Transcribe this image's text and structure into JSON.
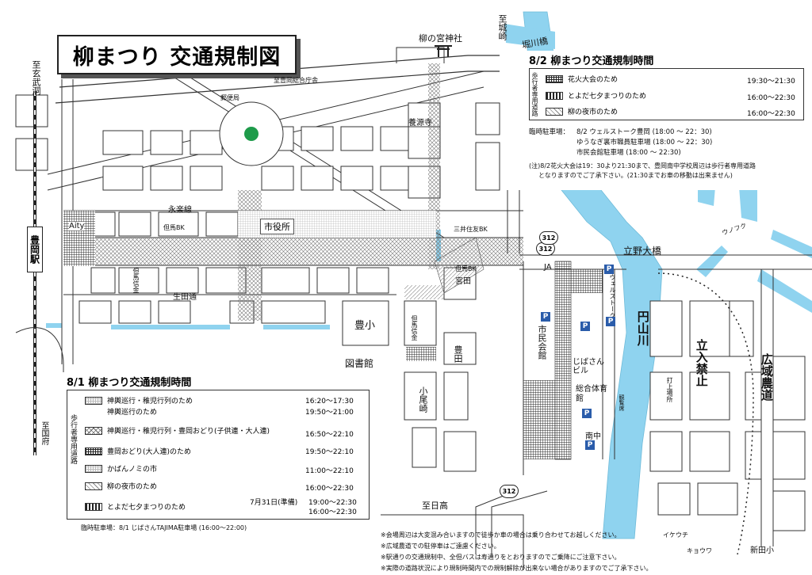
{
  "map": {
    "title": "柳まつり 交通規制図",
    "direction_labels": {
      "genbudo": "至玄武洞",
      "kinosaki": "至城崎",
      "hidaka": "至日高",
      "toyooka_sogo": "至豊岡総合庁舎",
      "kinosaki_road": "至国府"
    },
    "places": {
      "shrine": "柳の宮神社",
      "horikawa_bridge": "堀川橋",
      "post_office": "郵便局",
      "yogenji": "養源寺",
      "eiraku_line": "永楽線",
      "aity": "Aity",
      "tajima_bk1": "但馬BK",
      "city_hall": "市役所",
      "mitsui": "三井住友BK",
      "station": "豊岡駅",
      "tajima_shinkin": "但馬信金",
      "ikuta_street": "生田通",
      "tajima_bk2": "但馬BK",
      "miyata": "宮田",
      "tajima_shinkin2": "但馬信金",
      "toyo_sho": "豊小",
      "library": "図書館",
      "toyota": "豊田",
      "oozaki": "小尾崎",
      "tachino_bridge": "立野大橋",
      "ja": "JA",
      "wellstork": "ウェルストーク",
      "shimin_kaikan": "市民会館",
      "jibasan_bldg": "じばさんビル",
      "sogo_gym": "総合体育館",
      "nanchu": "南中",
      "maruyama_river": "円山川",
      "launch_site": "打上場所",
      "kanran_seki": "観覧席",
      "no_entry": "立入禁止",
      "koiki_road": "広域農道",
      "unofuku": "ウノフク",
      "ikeuchi": "イケウチ",
      "kyouwa": "キョウワ",
      "shinden_sho": "新田小",
      "route_312": "312"
    },
    "parking_symbol": "P",
    "colors": {
      "water": "#8fd3ef",
      "park": "#1e9b4a",
      "parking": "#2a5caa",
      "ink": "#222222"
    }
  },
  "aug2": {
    "title": "8/2 柳まつり交通規制時間",
    "side_label": "歩行者専用道路",
    "rows": [
      {
        "label": "花火大会のため",
        "time": "19:30～21:30"
      },
      {
        "label": "とよだ七夕まつりのため",
        "time": "16:00～22:30"
      },
      {
        "label": "柳の夜市のため",
        "time": "16:00～22:30"
      }
    ],
    "parking_title": "臨時駐車場：",
    "parking_lines": [
      "8/2 ウェルストーク豊岡 (18:00 ～ 22：30)",
      "ゆうなぎ裏市職員駐車場 (18:00 ～ 22：30)",
      "市民会館駐車場 (18:00 ～ 22:30)"
    ],
    "note1": "(注)8/2花火大会は19：30より21:30まで、豊岡南中学校周辺は歩行者専用道路",
    "note2": "となりますのでご了承下さい。(21:30までお車の移動は出来ません)"
  },
  "aug1": {
    "title": "8/1 柳まつり交通規制時間",
    "side_label": "歩行者専用道路",
    "rows": [
      {
        "label": "神輿巡行・稚児行列のため",
        "time": "16:20～17:30"
      },
      {
        "label": "神輿巡行のため",
        "time": "19:50～21:00"
      },
      {
        "label": "神輿巡行・稚児行列・豊岡おどり(子供連・大人連)",
        "time": "16:50～22:10"
      },
      {
        "label": "豊岡おどり(大人連)のため",
        "time": "19:50～22:10"
      },
      {
        "label": "かばんノミの市",
        "time": "11:00～22:10"
      },
      {
        "label": "柳の夜市のため",
        "time": "16:00～22:30"
      },
      {
        "label": "とよだ七夕まつりのため",
        "time": "19:00～22:30"
      }
    ],
    "extra_label": "7月31日(準備)",
    "extra_time": "16:00～22:30",
    "parking": "臨時駐車場：8/1 じばさんTAJIMA駐車場 (16:00～22:00)"
  },
  "footnotes": [
    "※会場周辺は大変混み合いますので徒歩か車の場合は乗り合わせてお越しください。",
    "※広域農道での駐停車はご遠慮ください。",
    "※駅通りの交通規制中、全但バスは寿通りをとおりますのでご乗降にご注意下さい。",
    "※実際の道路状況により規制時間内での規制解除が出来ない場合がありますのでご了承下さい。"
  ]
}
